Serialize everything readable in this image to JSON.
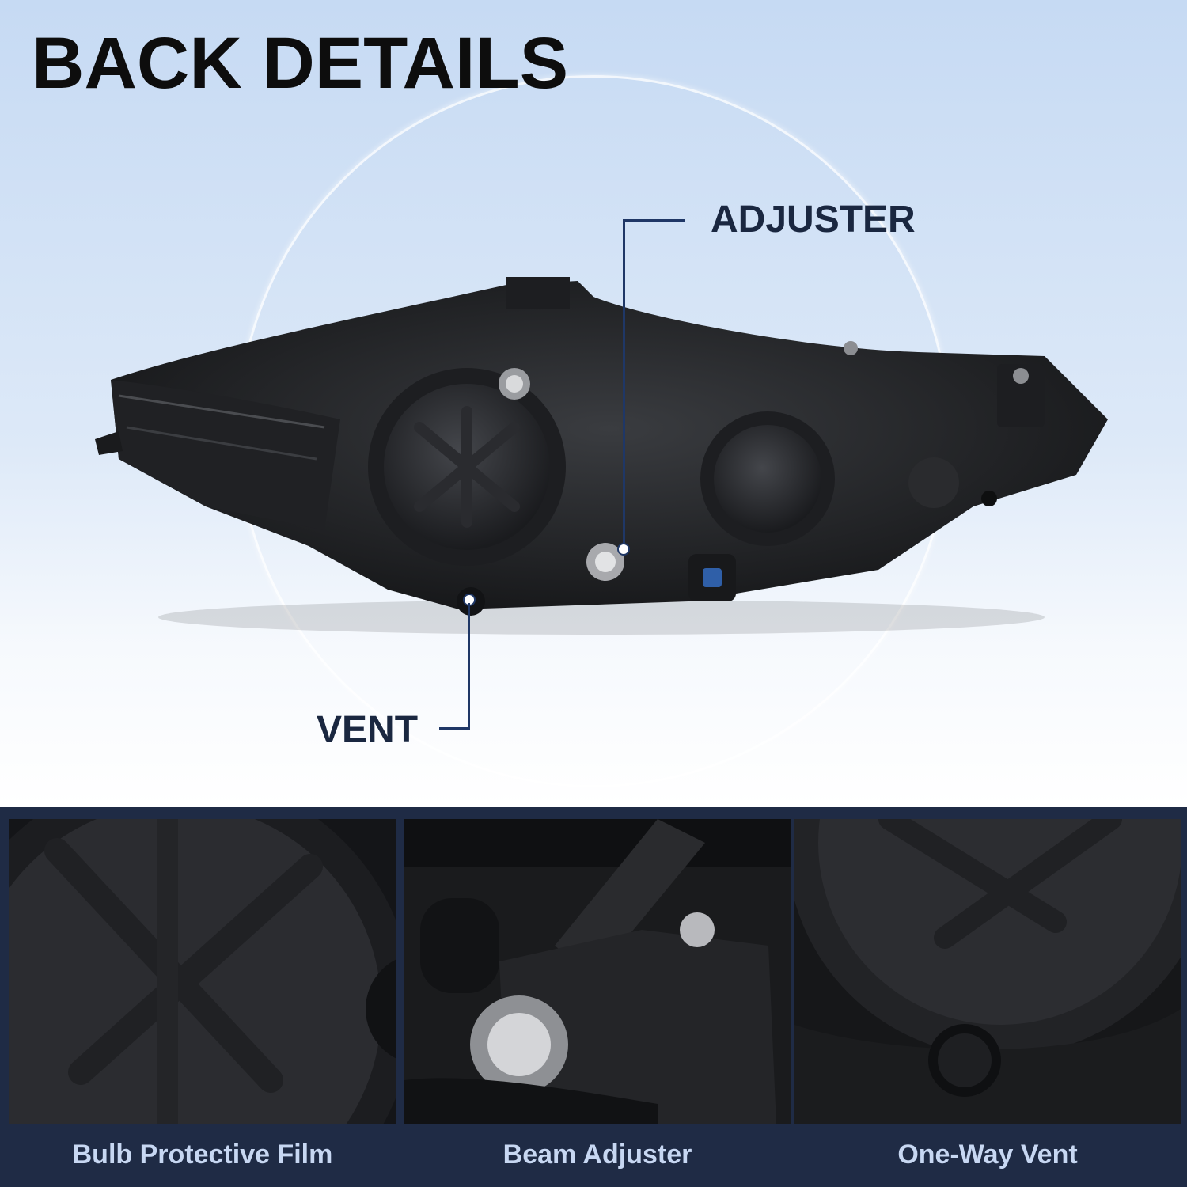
{
  "header": {
    "title": "BACK DETAILS"
  },
  "callouts": {
    "adjuster": "ADJUSTER",
    "vent": "VENT"
  },
  "details": [
    {
      "caption": "Bulb Protective Film"
    },
    {
      "caption": "Beam Adjuster"
    },
    {
      "caption": "One-Way Vent"
    }
  ],
  "colors": {
    "sky_top": "#c6daf3",
    "leader_line": "#1f3766",
    "strip_bg": "#1f2b45",
    "caption_text": "#c7d7f2"
  }
}
